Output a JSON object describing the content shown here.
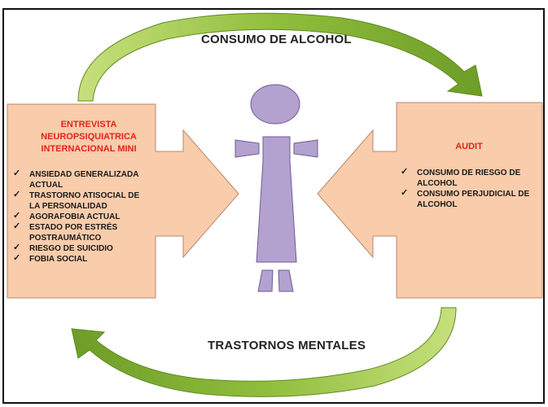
{
  "cycle": {
    "top_label": "CONSUMO DE ALCOHOL",
    "bottom_label": "TRASTORNOS MENTALES"
  },
  "left_box": {
    "title_lines": [
      "ENTREVISTA",
      "NEUROPSIQUIATRICA",
      "INTERNACIONAL MINI"
    ],
    "items": [
      [
        "ANSIEDAD GENERALIZADA",
        "ACTUAL"
      ],
      [
        "TRASTORNO ATISOCIAL DE",
        "LA PERSONALIDAD"
      ],
      [
        "AGORAFOBIA ACTUAL"
      ],
      [
        "ESTADO POR ESTRÉS",
        "POSTRAUMÁTICO"
      ],
      [
        "RIESGO DE SUICIDIO"
      ],
      [
        "FOBIA SOCIAL"
      ]
    ]
  },
  "right_box": {
    "title": "AUDIT",
    "items": [
      [
        "CONSUMO DE RIESGO DE",
        "ALCOHOL"
      ],
      [
        "CONSUMO PERJUDICIAL DE",
        "ALCOHOL"
      ]
    ]
  },
  "icons": {
    "check": "✓",
    "figure": "person-figure-icon"
  },
  "colors": {
    "box_fill": "#f9ccab",
    "box_stroke": "#b58a6c",
    "figure_fill": "#b3a1cf",
    "figure_stroke": "#6f5c96",
    "arrow_green_dark": "#6e9d28",
    "arrow_green_light": "#c6e07c",
    "title_red": "#e2231a"
  }
}
